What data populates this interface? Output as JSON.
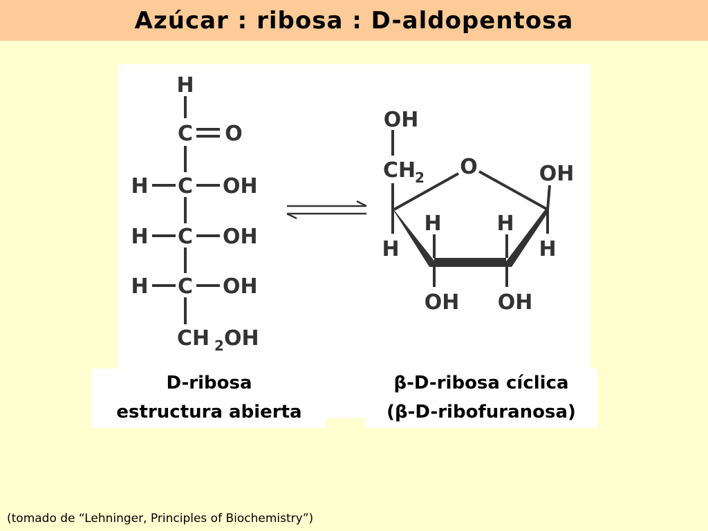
{
  "title": "Azúcar : ribosa : D-aldopentosa",
  "open_chain": {
    "atoms": {
      "top_h": "H",
      "c1": "C",
      "carbonyl_o": "O",
      "c2_h": "H",
      "c2": "C",
      "c2_oh": "OH",
      "c3_h": "H",
      "c3": "C",
      "c3_oh": "OH",
      "c4_h": "H",
      "c4": "C",
      "c4_oh": "OH",
      "c5_ch": "CH",
      "c5_sub": "2",
      "c5_oh": "OH"
    }
  },
  "ring": {
    "atoms": {
      "top_oh": "OH",
      "ch": "CH",
      "ch_sub": "2",
      "ring_o": "O",
      "anomeric_oh": "OH",
      "c4_h_down": "H",
      "c3_h_up": "H",
      "c2_h_up": "H",
      "c1_h_down": "H",
      "c3_oh": "OH",
      "c2_oh": "OH"
    }
  },
  "captions": {
    "left_line1": "D-ribosa",
    "left_line2": "estructura abierta",
    "right_line1": "β-D-ribosa cíclica",
    "right_line2": "(β-D-ribofuranosa)"
  },
  "footnote": "(tomado de “Lehninger, Principles of Biochemistry”)"
}
